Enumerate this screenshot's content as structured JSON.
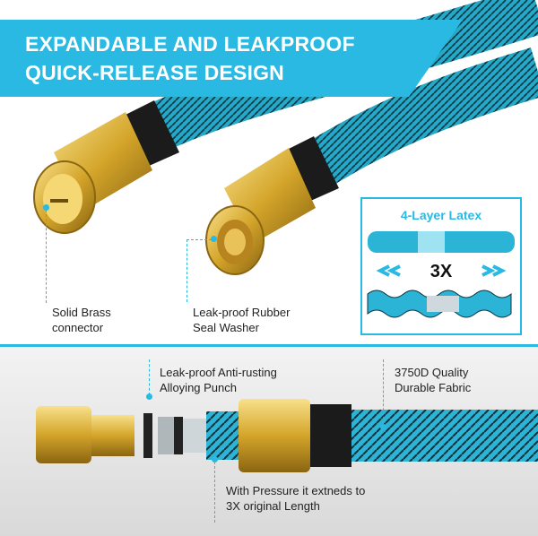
{
  "banner": {
    "line1": "EXPANDABLE AND LEAKPROOF",
    "line2": "QUICK-RELEASE DESIGN",
    "color": "#29b9e3"
  },
  "callouts": {
    "brass": "Solid Brass\nconnector",
    "washer": "Leak-proof Rubber\nSeal Washer",
    "punch": "Leak-proof Anti-rusting\nAlloying Punch",
    "fabric": "3750D Quality\nDurable Fabric",
    "pressure": "With Pressure it extneds to\n3X original Length"
  },
  "inset": {
    "title": "4-Layer Latex",
    "factor": "3X"
  },
  "colors": {
    "accent": "#29b9e3",
    "hose": "#23a9c9",
    "brass": "#d4a52a"
  }
}
